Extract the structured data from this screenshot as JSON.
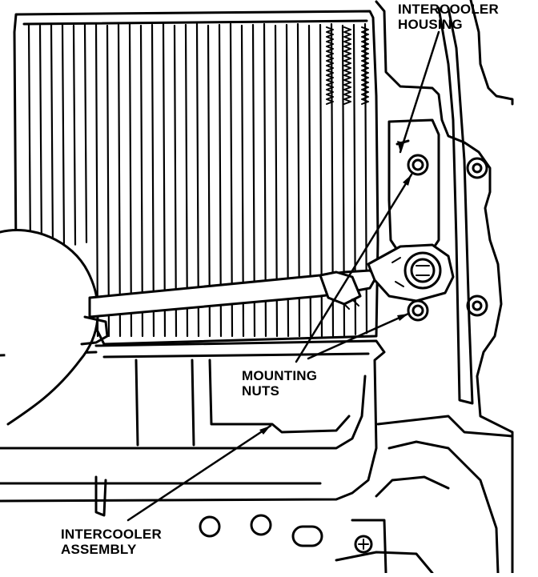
{
  "labels": {
    "housing": {
      "line1": "INTERCOOLER",
      "line2": "HOUSING"
    },
    "nuts": {
      "line1": "MOUNTING",
      "line2": "NUTS"
    },
    "assembly": {
      "line1": "INTERCOOLER",
      "line2": "ASSEMBLY"
    }
  },
  "colors": {
    "ink": "#000000",
    "paper": "#ffffff"
  }
}
